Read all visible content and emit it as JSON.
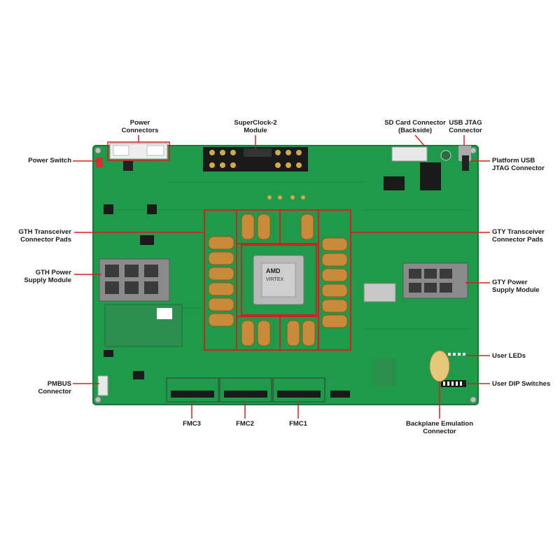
{
  "chip": {
    "brand": "AMD",
    "line": "VIRTEX"
  },
  "labels": {
    "power_connectors": [
      "Power",
      "Connectors"
    ],
    "superclock": [
      "SuperClock-2",
      "Module"
    ],
    "sd_card": [
      "SD Card Connector",
      "(Backside)"
    ],
    "usb_jtag": [
      "USB JTAG",
      "Connector"
    ],
    "power_switch": [
      "Power Switch"
    ],
    "platform_usb": [
      "Platform USB",
      "JTAG Connector"
    ],
    "gth_pads": [
      "GTH Transceiver",
      "Connector Pads"
    ],
    "gty_pads": [
      "GTY Transceiver",
      "Connector Pads"
    ],
    "gth_power": [
      "GTH Power",
      "Supply Module"
    ],
    "gty_power": [
      "GTY Power",
      "Supply Module"
    ],
    "user_leds": [
      "User LEDs"
    ],
    "pmbus": [
      "PMBUS",
      "Connector"
    ],
    "user_dip": [
      "User DIP Switches"
    ],
    "fmc3": [
      "FMC3"
    ],
    "fmc2": [
      "FMC2"
    ],
    "fmc1": [
      "FMC1"
    ],
    "backplane": [
      "Backplane Emulation",
      "Connector"
    ]
  },
  "colors": {
    "pcb": "#1f9a4a",
    "pcb_dark": "#15803b",
    "callout": "#d42020",
    "pad": "#c98a3a",
    "chip": "#b9b9b9"
  }
}
